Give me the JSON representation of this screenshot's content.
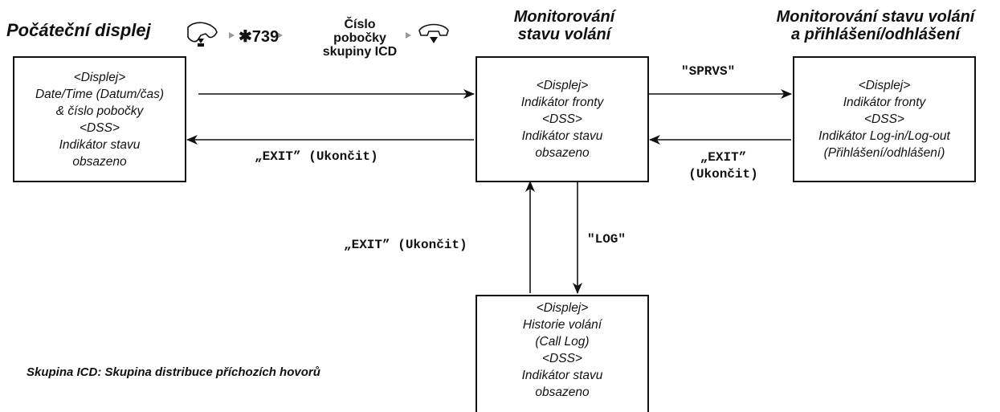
{
  "headings": {
    "initial": "Počáteční displej",
    "monitor_line1": "Monitorování",
    "monitor_line2": "stavu volání",
    "monitor_login_line1": "Monitorování stavu volání",
    "monitor_login_line2": "a přihlášení/odhlášení"
  },
  "sequence": {
    "code": "739",
    "ext_line1": "Číslo",
    "ext_line2": "pobočky",
    "ext_line3": "skupiny ICD"
  },
  "boxes": {
    "initial": [
      "<Displej>",
      "Date/Time (Datum/čas)",
      "& číslo pobočky",
      "<DSS>",
      "Indikátor stavu",
      "obsazeno"
    ],
    "monitor": [
      "<Displej>",
      "Indikátor fronty",
      "<DSS>",
      "Indikátor stavu",
      "obsazeno"
    ],
    "monitor_login": [
      "<Displej>",
      "Indikátor fronty",
      "<DSS>",
      "Indikátor Log-in/Log-out",
      "(Přihlášení/odhlášení)"
    ],
    "call_log": [
      "<Displej>",
      "Historie volání",
      "(Call Log)",
      "<DSS>",
      "Indikátor stavu",
      "obsazeno"
    ]
  },
  "transitions": {
    "sprvs": "\"SPRVS\"",
    "exit_left": "„EXIT” (Ukončit)",
    "exit_right_line1": "„EXIT”",
    "exit_right_line2": "(Ukončit)",
    "exit_bottom": "„EXIT” (Ukončit)",
    "log": "\"LOG\""
  },
  "footnote": "Skupina ICD: Skupina distribuce příchozích hovorů"
}
